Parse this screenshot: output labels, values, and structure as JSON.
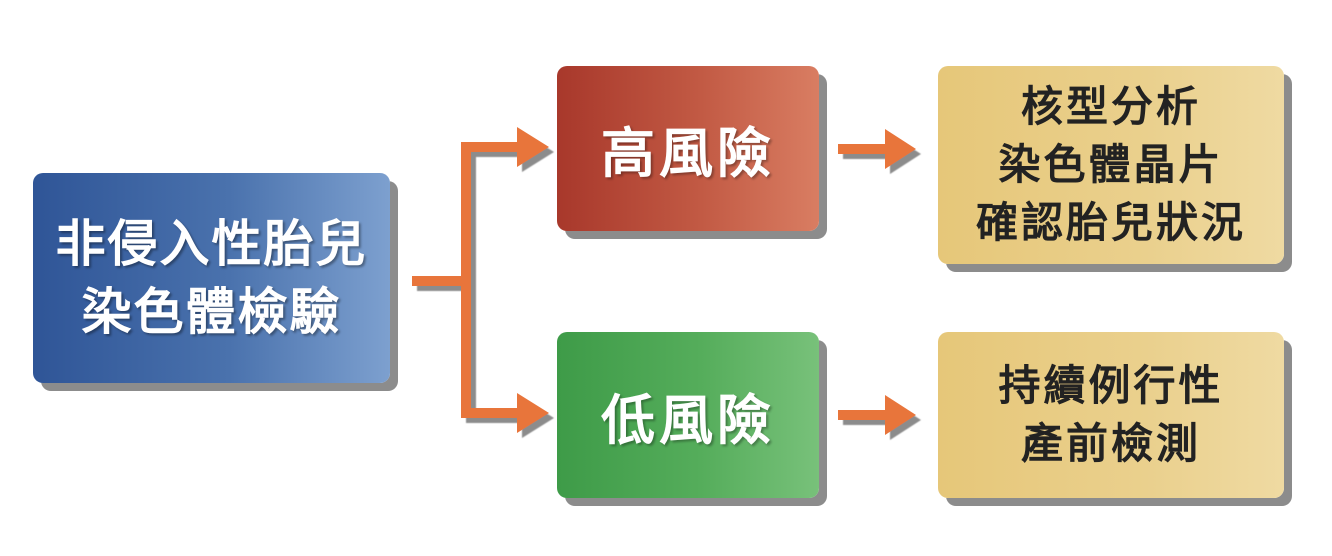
{
  "diagram": {
    "source": {
      "lines": [
        "非侵入性胎兒",
        "染色體檢驗"
      ],
      "color": "#2f5597"
    },
    "high_risk": {
      "label": "高風險",
      "color": "#b3473a"
    },
    "low_risk": {
      "label": "低風險",
      "color": "#4da553"
    },
    "high_result": {
      "lines": [
        "核型分析",
        "染色體晶片",
        "確認胎兒狀況"
      ]
    },
    "low_result": {
      "lines": [
        "持續例行性",
        "產前檢測"
      ]
    },
    "connector_color": "#e8743a",
    "result_color": "#e8cb82"
  }
}
